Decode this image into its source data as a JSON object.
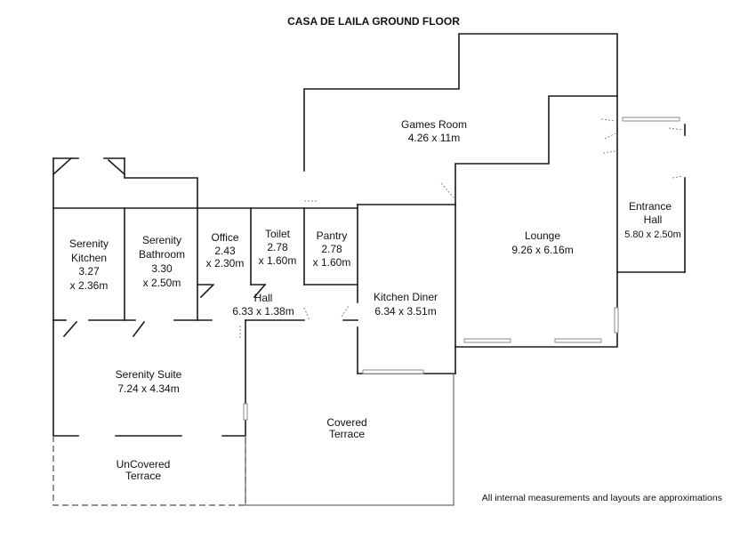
{
  "title": "CASA DE LAILA GROUND FLOOR",
  "note": "All internal measurements and layouts are approximations",
  "rooms": {
    "games_room": {
      "name": "Games Room",
      "size": "4.26 x 11m"
    },
    "entrance_hall": {
      "name_1": "Entrance",
      "name_2": "Hall",
      "size": "5.80 x 2.50m"
    },
    "lounge": {
      "name": "Lounge",
      "size": "9.26 x 6.16m"
    },
    "serenity_kitchen": {
      "name_1": "Serenity",
      "name_2": "Kitchen",
      "size_1": "3.27",
      "size_2": "x 2.36m"
    },
    "serenity_bathroom": {
      "name_1": "Serenity",
      "name_2": "Bathroom",
      "size_1": "3.30",
      "size_2": "x 2.50m"
    },
    "office": {
      "name": "Office",
      "size_1": "2.43",
      "size_2": "x 2.30m"
    },
    "toilet": {
      "name": "Toilet",
      "size_1": "2.78",
      "size_2": "x 1.60m"
    },
    "pantry": {
      "name": "Pantry",
      "size_1": "2.78",
      "size_2": "x 1.60m"
    },
    "hall": {
      "name": "Hall",
      "size": "6.33 x 1.38m"
    },
    "kitchen_diner": {
      "name": "Kitchen Diner",
      "size": "6.34 x 3.51m"
    },
    "serenity_suite": {
      "name": "Serenity Suite",
      "size": "7.24 x 4.34m"
    },
    "covered_terrace": {
      "name_1": "Covered",
      "name_2": "Terrace"
    },
    "uncovered_terrace": {
      "name_1": "UnCovered",
      "name_2": "Terrace"
    }
  }
}
